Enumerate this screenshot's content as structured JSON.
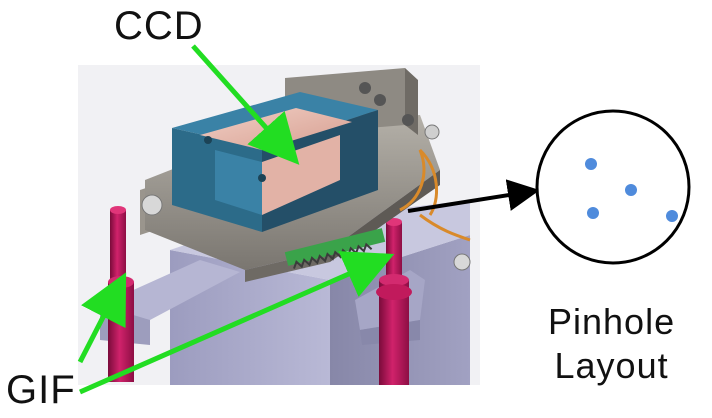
{
  "labels": {
    "ccd": "CCD",
    "gif": "GIF",
    "pinhole_line1": "Pinhole",
    "pinhole_line2": "Layout"
  },
  "colors": {
    "arrow_green": "#22dd22",
    "pointer_black": "#000000",
    "ccd_frame": "#2f6f8f",
    "ccd_sensor": "#e7b8ac",
    "base_block": "#a9a9c9",
    "mount_plate": "#8c8c8c",
    "gif_post": "#c0145a",
    "pinhole_dot": "#4f8bdc"
  },
  "icons": {
    "pinhole_dots": "blue-dot",
    "detector_assembly": "cad-render"
  }
}
